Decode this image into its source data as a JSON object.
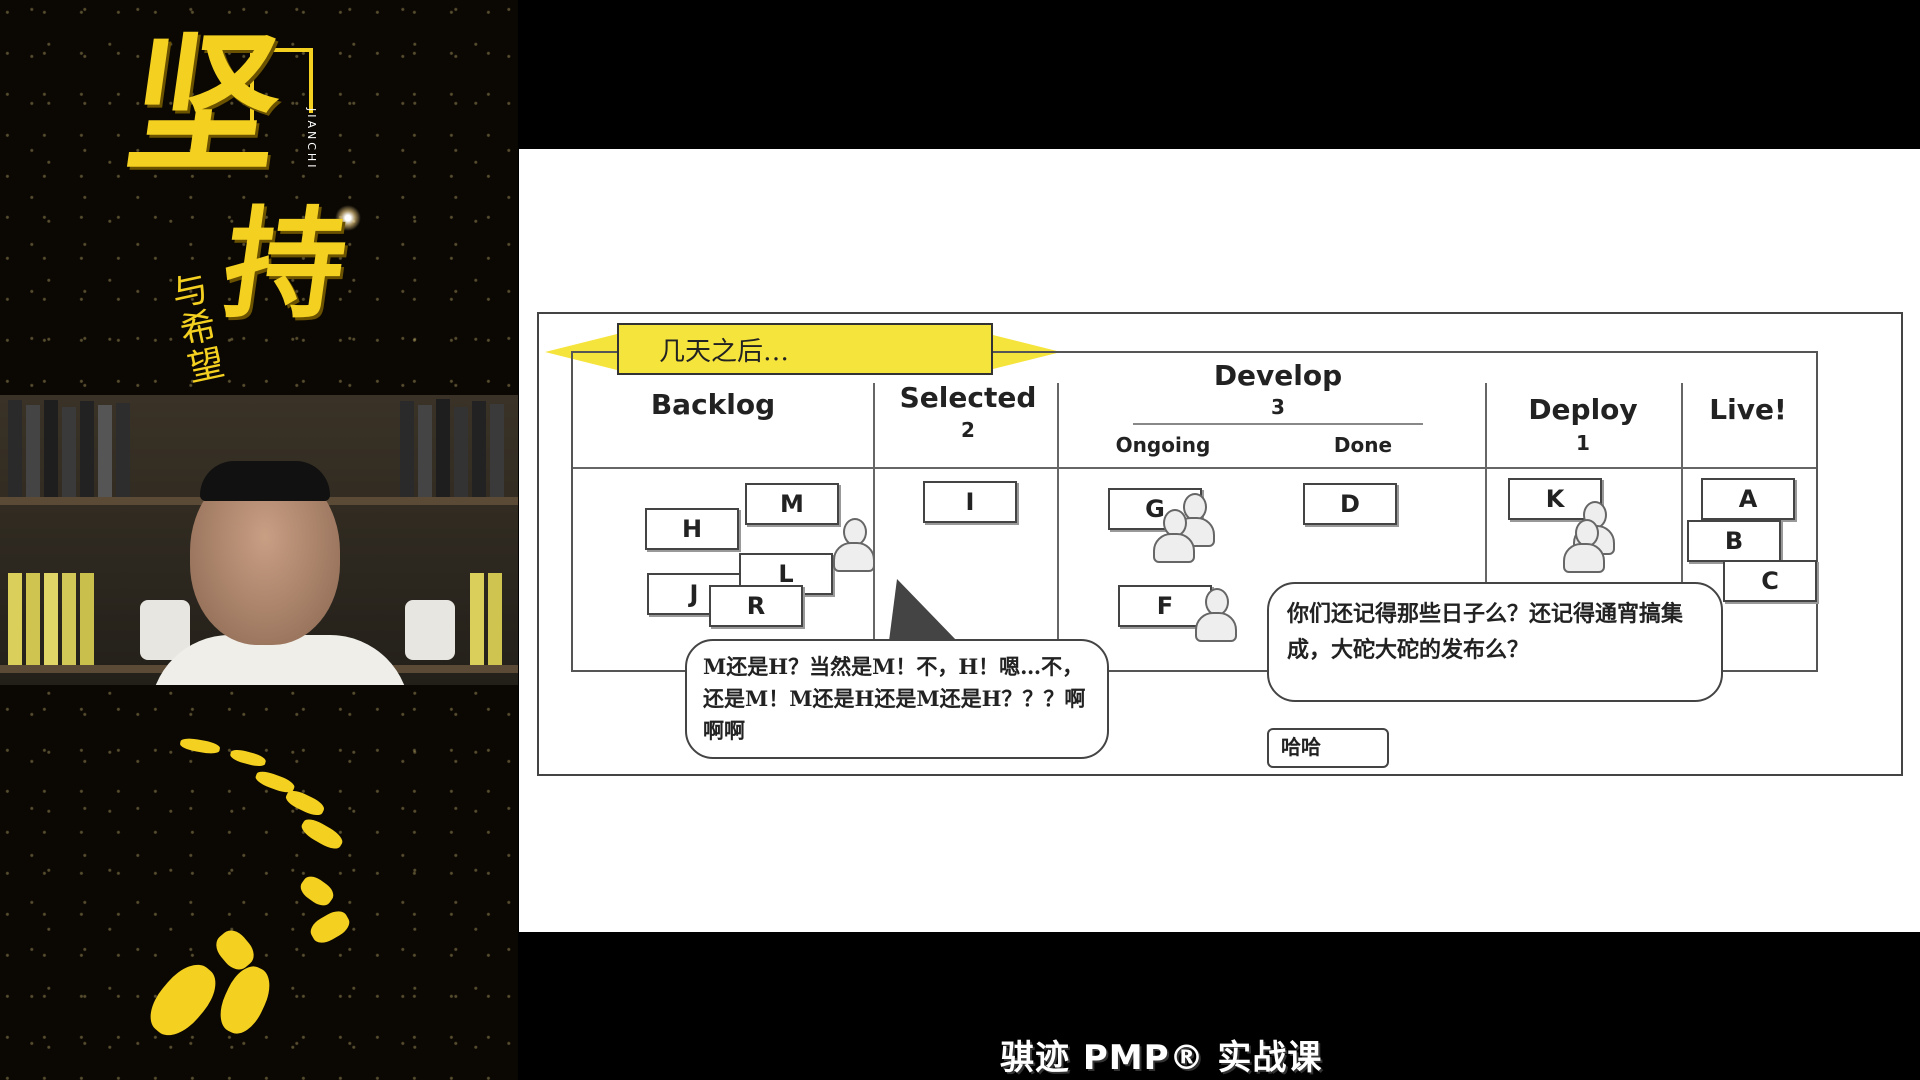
{
  "sidebar": {
    "calligraphy_main": "坚",
    "calligraphy_main2": "持",
    "calligraphy_sub": "与希望",
    "pinyin": "JIANCHI"
  },
  "slide": {
    "banner": "几天之后…",
    "columns": [
      {
        "title": "Backlog",
        "sub": ""
      },
      {
        "title": "Selected",
        "sub": "2"
      },
      {
        "title": "Develop",
        "sub": "3"
      },
      {
        "title": "Deploy",
        "sub": "1"
      },
      {
        "title": "Live!",
        "sub": ""
      }
    ],
    "develop_subcols": [
      "Ongoing",
      "Done"
    ],
    "cards": {
      "backlog": [
        "H",
        "M",
        "J",
        "L",
        "R"
      ],
      "selected": [
        "I"
      ],
      "ongoing": [
        "G",
        "F"
      ],
      "done": [
        "D"
      ],
      "deploy": [
        "K"
      ],
      "live": [
        "A",
        "B",
        "C"
      ]
    },
    "bubbles": {
      "left": "M还是H？当然是M！不，H！嗯…不，还是M！M还是H还是M还是H？？？啊啊啊",
      "right": "你们还记得那些日子么？还记得通宵搞集成，大砣大砣的发布么？",
      "small": "哈哈"
    }
  },
  "caption": "骐迹 PMP® 实战课"
}
